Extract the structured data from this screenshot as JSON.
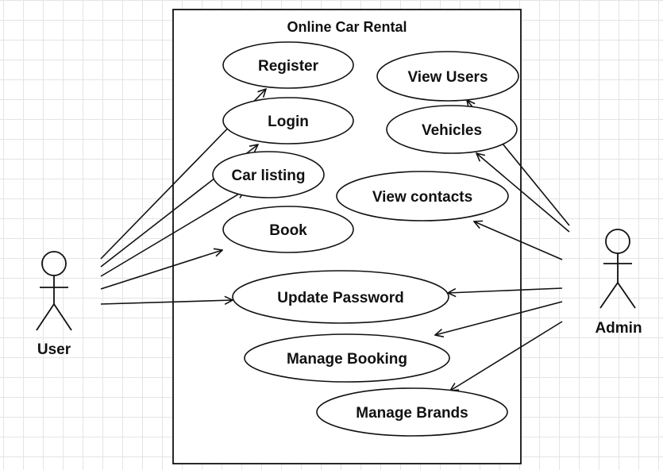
{
  "system_boundary": {
    "title": "Online Car Rental"
  },
  "actors": [
    {
      "id": "user",
      "label": "User"
    },
    {
      "id": "admin",
      "label": "Admin"
    }
  ],
  "use_cases": [
    {
      "id": "register",
      "label": "Register"
    },
    {
      "id": "login",
      "label": "Login"
    },
    {
      "id": "car_listing",
      "label": "Car listing"
    },
    {
      "id": "book",
      "label": "Book"
    },
    {
      "id": "update_password",
      "label": "Update Password"
    },
    {
      "id": "manage_booking",
      "label": "Manage Booking"
    },
    {
      "id": "manage_brands",
      "label": "Manage Brands"
    },
    {
      "id": "view_users",
      "label": "View Users"
    },
    {
      "id": "vehicles",
      "label": "Vehicles"
    },
    {
      "id": "view_contacts",
      "label": "View contacts"
    }
  ],
  "associations": [
    {
      "from": "user",
      "to": "register"
    },
    {
      "from": "user",
      "to": "login"
    },
    {
      "from": "user",
      "to": "car_listing"
    },
    {
      "from": "user",
      "to": "book"
    },
    {
      "from": "user",
      "to": "update_password"
    },
    {
      "from": "admin",
      "to": "view_users"
    },
    {
      "from": "admin",
      "to": "vehicles"
    },
    {
      "from": "admin",
      "to": "view_contacts"
    },
    {
      "from": "admin",
      "to": "update_password"
    },
    {
      "from": "admin",
      "to": "manage_booking"
    },
    {
      "from": "admin",
      "to": "manage_brands"
    }
  ]
}
